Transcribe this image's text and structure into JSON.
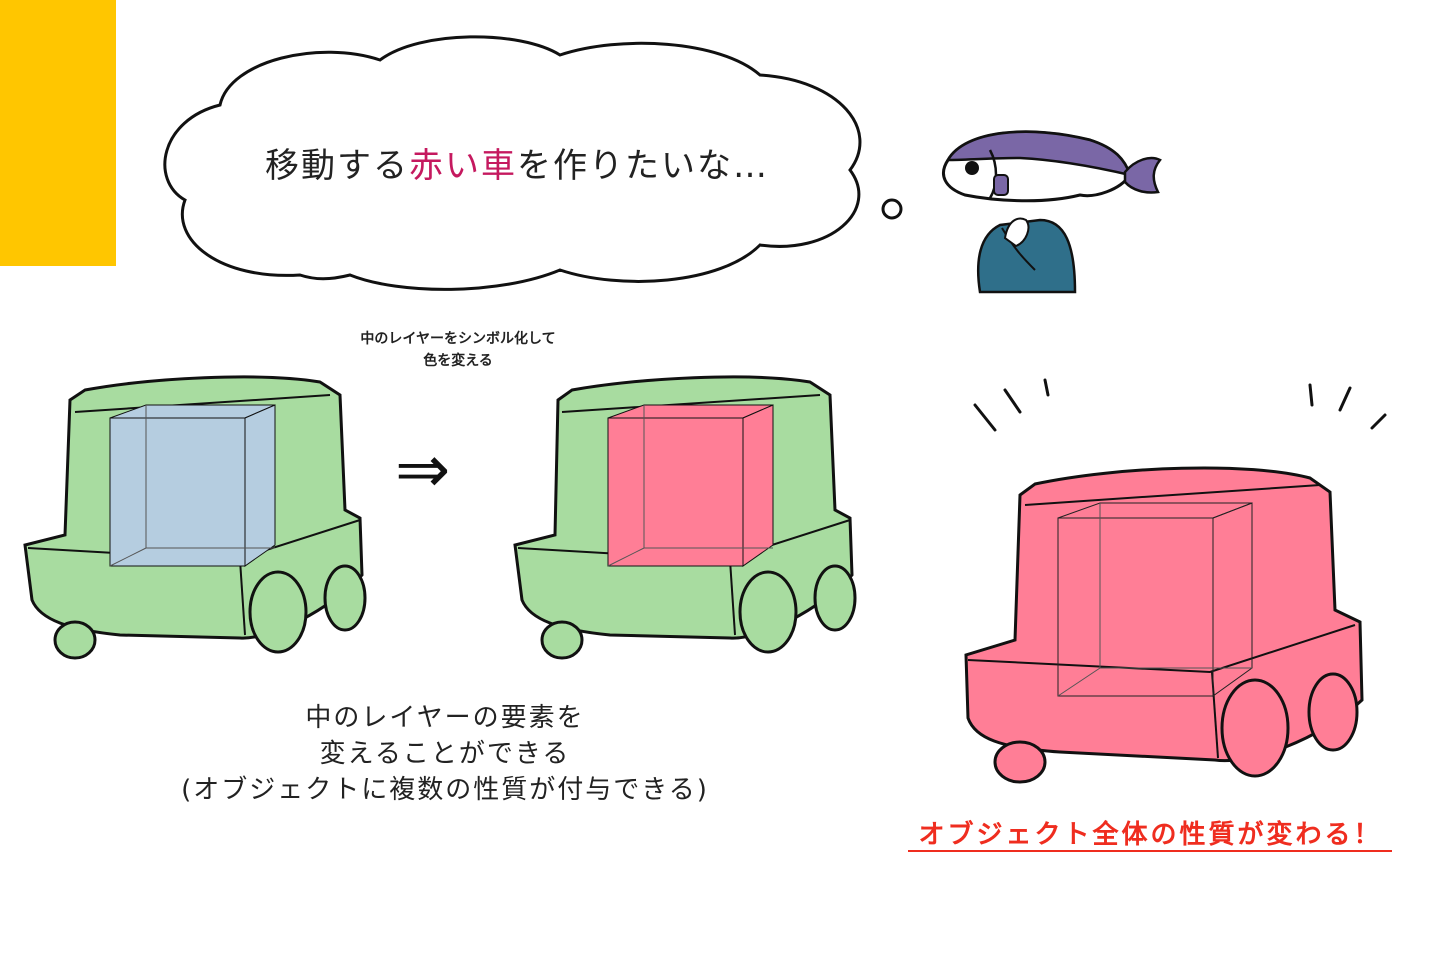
{
  "colors": {
    "corner_bar": "#ffc600",
    "car_green": "#a8dca0",
    "cube_blue": "#b5cde0",
    "car_red": "#ff7e96",
    "accent_text": "#c5195f",
    "note_red": "#ef2d1f",
    "fish_purple": "#7a67a6",
    "hoodie_teal": "#2f6f8a"
  },
  "thought": {
    "prefix": "移動する",
    "accent": "赤い車",
    "suffix": "を作りたいな…"
  },
  "note": {
    "line1": "中のレイヤーをシンボル化して",
    "line2": "色を変える"
  },
  "arrow_symbol": "⇒",
  "caption": {
    "line1": "中のレイヤーの要素を",
    "line2": "変えることができる",
    "line3": "(オブジェクトに複数の性質が付与できる)"
  },
  "result_caption": "オブジェクト全体の性質が変わる！",
  "icons": {
    "character": "fish-head-character-icon",
    "cars": "car-icon"
  }
}
